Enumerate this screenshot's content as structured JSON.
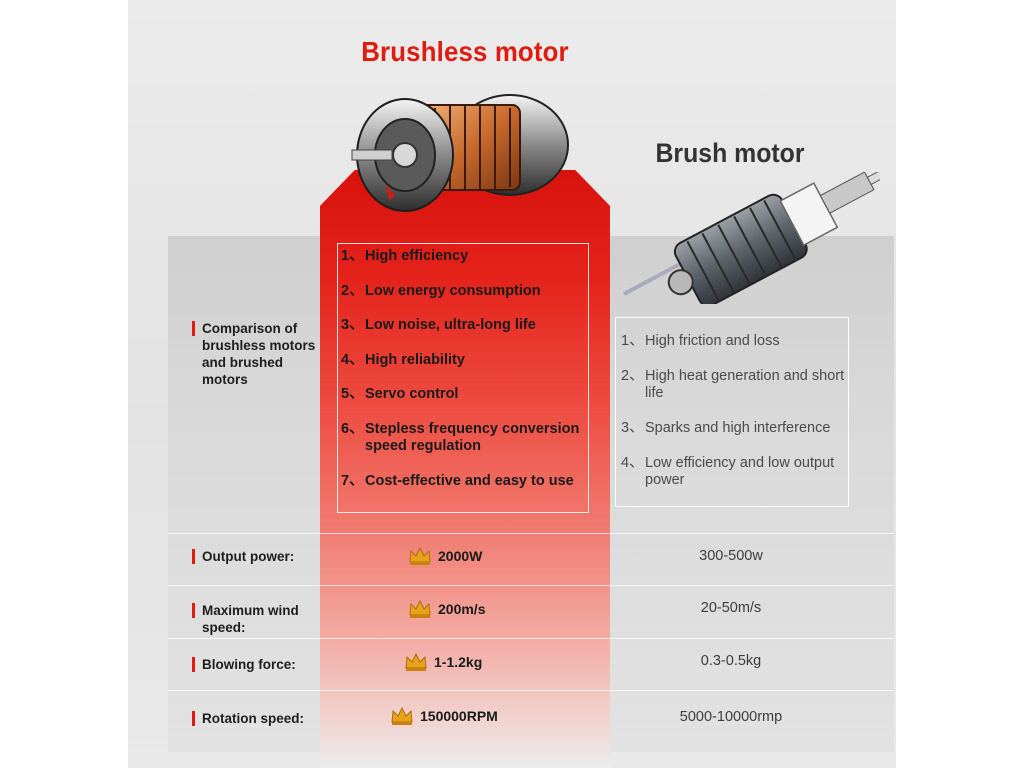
{
  "titles": {
    "brushless": "Brushless motor",
    "brush": "Brush motor"
  },
  "icons": {
    "crown": "crown-icon",
    "brushless_motor": "brushless-motor-icon",
    "brush_motor": "brush-motor-icon"
  },
  "colors": {
    "accent_red": "#e01b10",
    "text_dark": "#1a1a1a",
    "text_gray": "#4a4a4a"
  },
  "comparison": {
    "label": "Comparison of brushless motors and brushed motors",
    "brushless_features": [
      {
        "num": "1、",
        "text": "High efficiency"
      },
      {
        "num": "2、",
        "text": "Low energy consumption"
      },
      {
        "num": "3、",
        "text": "Low noise, ultra-long life"
      },
      {
        "num": "4、",
        "text": "High reliability"
      },
      {
        "num": "5、",
        "text": "Servo control"
      },
      {
        "num": "6、",
        "text": "Stepless frequency conversion speed regulation"
      },
      {
        "num": "7、",
        "text": "Cost-effective and easy to use"
      }
    ],
    "brush_features": [
      {
        "num": "1、",
        "text": "High friction and loss"
      },
      {
        "num": "2、",
        "text": "High heat generation and short life"
      },
      {
        "num": "3、",
        "text": "Sparks and high interference"
      },
      {
        "num": "4、",
        "text": "Low efficiency and low output power"
      }
    ]
  },
  "specs": [
    {
      "label": "Output power:",
      "brushless": "2000W",
      "brush": "300-500w"
    },
    {
      "label": "Maximum wind speed:",
      "brushless": "200m/s",
      "brush": "20-50m/s"
    },
    {
      "label": "Blowing force:",
      "brushless": "1-1.2kg",
      "brush": "0.3-0.5kg"
    },
    {
      "label": "Rotation speed:",
      "brushless": "150000RPM",
      "brush": "5000-10000rmp"
    }
  ]
}
